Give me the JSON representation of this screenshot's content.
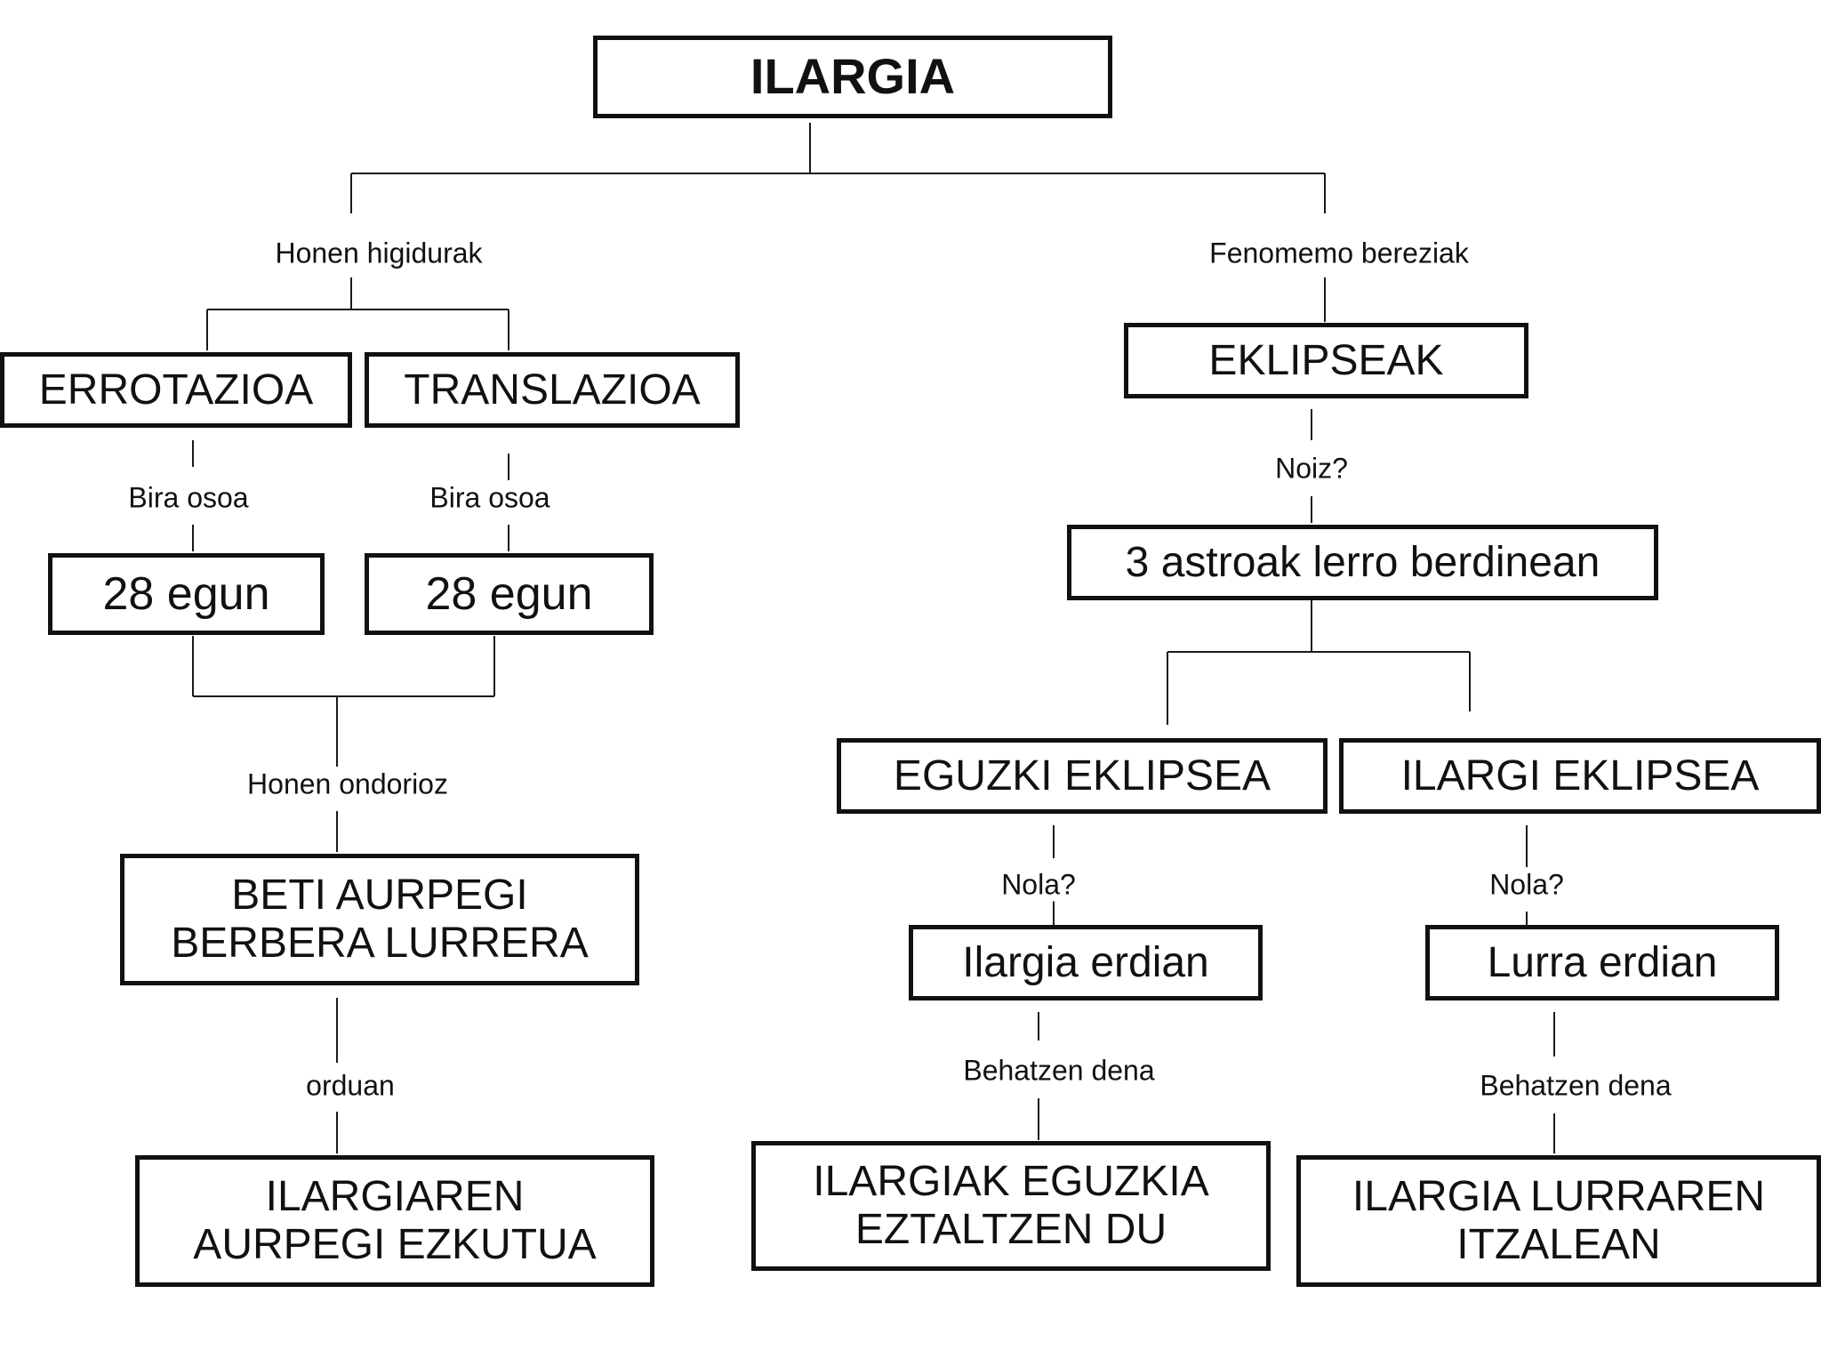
{
  "nodes": {
    "root": "ILARGIA",
    "errotazioa": "ERROTAZIOA",
    "translazioa": "TRANSLAZIOA",
    "egun_left": "28 egun",
    "egun_right": "28 egun",
    "beti_line1": "BETI AURPEGI",
    "beti_line2": "BERBERA LURRERA",
    "ezkutua_line1": "ILARGIAREN",
    "ezkutua_line2": "AURPEGI EZKUTUA",
    "eklipseak": "EKLIPSEAK",
    "astroak": "3 astroak lerro berdinean",
    "eguzki_eklipsea": "EGUZKI EKLIPSEA",
    "ilargi_eklipsea": "ILARGI EKLIPSEA",
    "ilargia_erdian": "Ilargia erdian",
    "lurra_erdian": "Lurra erdian",
    "estaltzen_line1": "ILARGIAK EGUZKIA",
    "estaltzen_line2": "EZTALTZEN DU",
    "itzalean_line1": "ILARGIA LURRAREN",
    "itzalean_line2": "ITZALEAN"
  },
  "labels": {
    "honen_higidurak": "Honen higidurak",
    "fenomeno_bereziak": "Fenomemo bereziak",
    "bira_osoa_left": "Bira osoa",
    "bira_osoa_right": "Bira osoa",
    "honen_ondorioz": "Honen ondorioz",
    "orduan": "orduan",
    "noiz": "Noiz?",
    "nola_left": "Nola?",
    "nola_right": "Nola?",
    "behatzen_left": "Behatzen dena",
    "behatzen_right": "Behatzen dena"
  }
}
